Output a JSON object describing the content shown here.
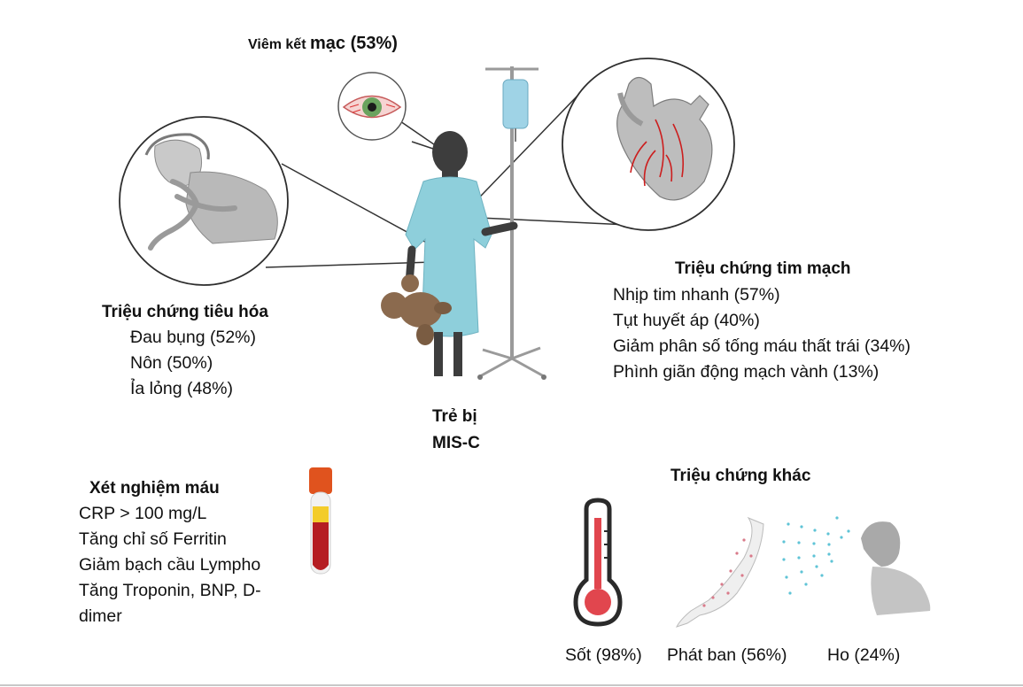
{
  "conjunctivitis": {
    "label_small": "Viêm kết",
    "label_large": "mạc (53%)"
  },
  "center": {
    "line1": "Trẻ bị",
    "line2": "MIS-C"
  },
  "gi": {
    "title": "Triệu chứng tiêu hóa",
    "items": [
      "Đau bụng (52%)",
      "Nôn (50%)",
      "Ỉa lỏng (48%)"
    ]
  },
  "cardio": {
    "title": "Triệu chứng tim mạch",
    "items": [
      "Nhịp tim nhanh (57%)",
      "Tụt huyết áp (40%)",
      "Giảm phân số tống máu thất trái  (34%)",
      "Phình giãn động mạch vành (13%)"
    ]
  },
  "blood": {
    "title": "Xét nghiệm máu",
    "items": [
      "CRP > 100 mg/L",
      "Tăng chỉ số Ferritin",
      "Giảm bạch cầu Lympho",
      "Tăng Troponin, BNP, D-",
      "dimer"
    ]
  },
  "other": {
    "title": "Triệu chứng khác",
    "items": [
      "Sốt (98%)",
      "Phát ban (56%)",
      "Ho (24%)"
    ]
  },
  "colors": {
    "gown": "#8ecfdb",
    "child_skin": "#3d3d3d",
    "teddy": "#8b6a4e",
    "iv_fluid": "#9fd3e6",
    "heart_vessels": "#cc1e1e",
    "thermometer_red": "#e1464e",
    "blood_red": "#b51d22",
    "tube_cap": "#e0531e",
    "plasma": "#f3cc2a",
    "spray_dots": "#5fc4d6",
    "circle_outline": "#3a3a3a",
    "sketch_gray": "#9a9a9a"
  }
}
